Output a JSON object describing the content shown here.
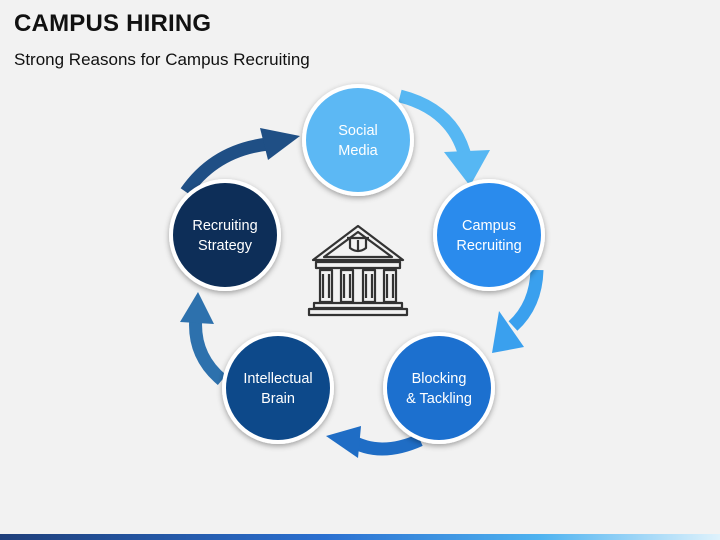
{
  "header": {
    "title": "CAMPUS HIRING",
    "subtitle": "Strong Reasons for Campus Recruiting"
  },
  "center_icon": "university-building-icon",
  "nodes": [
    {
      "line1": "Social",
      "line2": "Media",
      "color": "#5bb8f4"
    },
    {
      "line1": "Campus",
      "line2": "Recruiting",
      "color": "#2a8bed"
    },
    {
      "line1": "Blocking",
      "line2": "& Tackling",
      "color": "#1b6fcf"
    },
    {
      "line1": "Intellectual",
      "line2": "Brain",
      "color": "#0f4a8a"
    },
    {
      "line1": "Recruiting",
      "line2": "Strategy",
      "color": "#0a2f58"
    }
  ],
  "colors": {
    "background": "#f2f2f2",
    "node_ring": "#ffffff",
    "arrow_light": "#56b7f3",
    "arrow_dark": "#1f4f85"
  }
}
